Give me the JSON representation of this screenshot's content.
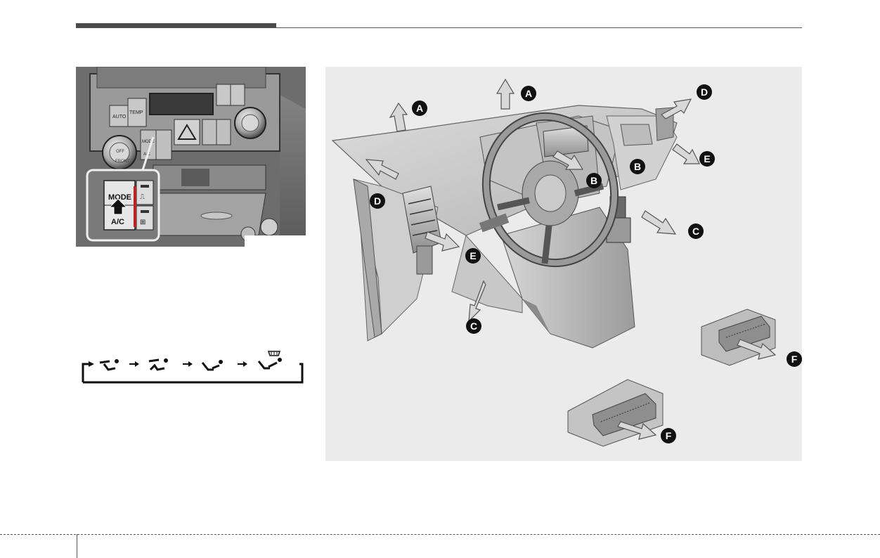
{
  "photo": {
    "buttons": {
      "auto": "AUTO",
      "temp": "TEMP",
      "mode": "MODE",
      "atc": "A/C",
      "off": "OFF",
      "front": "FRONT"
    },
    "inset": {
      "mode": "MODE",
      "atc": "A/C"
    }
  },
  "diagram": {
    "labels": [
      "A",
      "A",
      "B",
      "B",
      "C",
      "C",
      "D",
      "D",
      "E",
      "E",
      "F",
      "F"
    ]
  },
  "mode_sequence": {
    "icons": [
      "face-vent-icon",
      "bi-level-icon",
      "floor-icon",
      "floor-defrost-icon"
    ]
  },
  "colors": {
    "rule": "#4a4a4a",
    "panel": "#ebebeb",
    "badge": "#111111"
  }
}
